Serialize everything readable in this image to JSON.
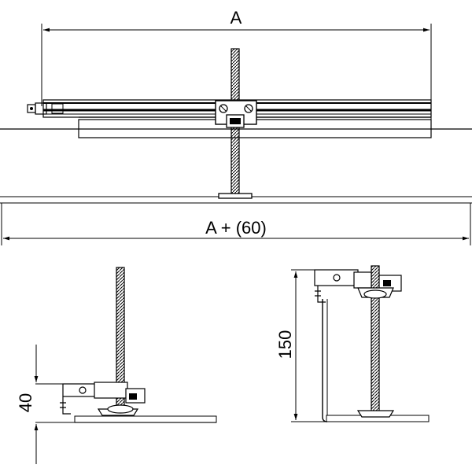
{
  "drawing": {
    "top_view": {
      "width_label": "A",
      "total_label": "A + (60)"
    },
    "left_view": {
      "height_label": "40"
    },
    "right_view": {
      "height_label": "150"
    }
  },
  "colors": {
    "line": "#000000",
    "background": "#ffffff"
  }
}
